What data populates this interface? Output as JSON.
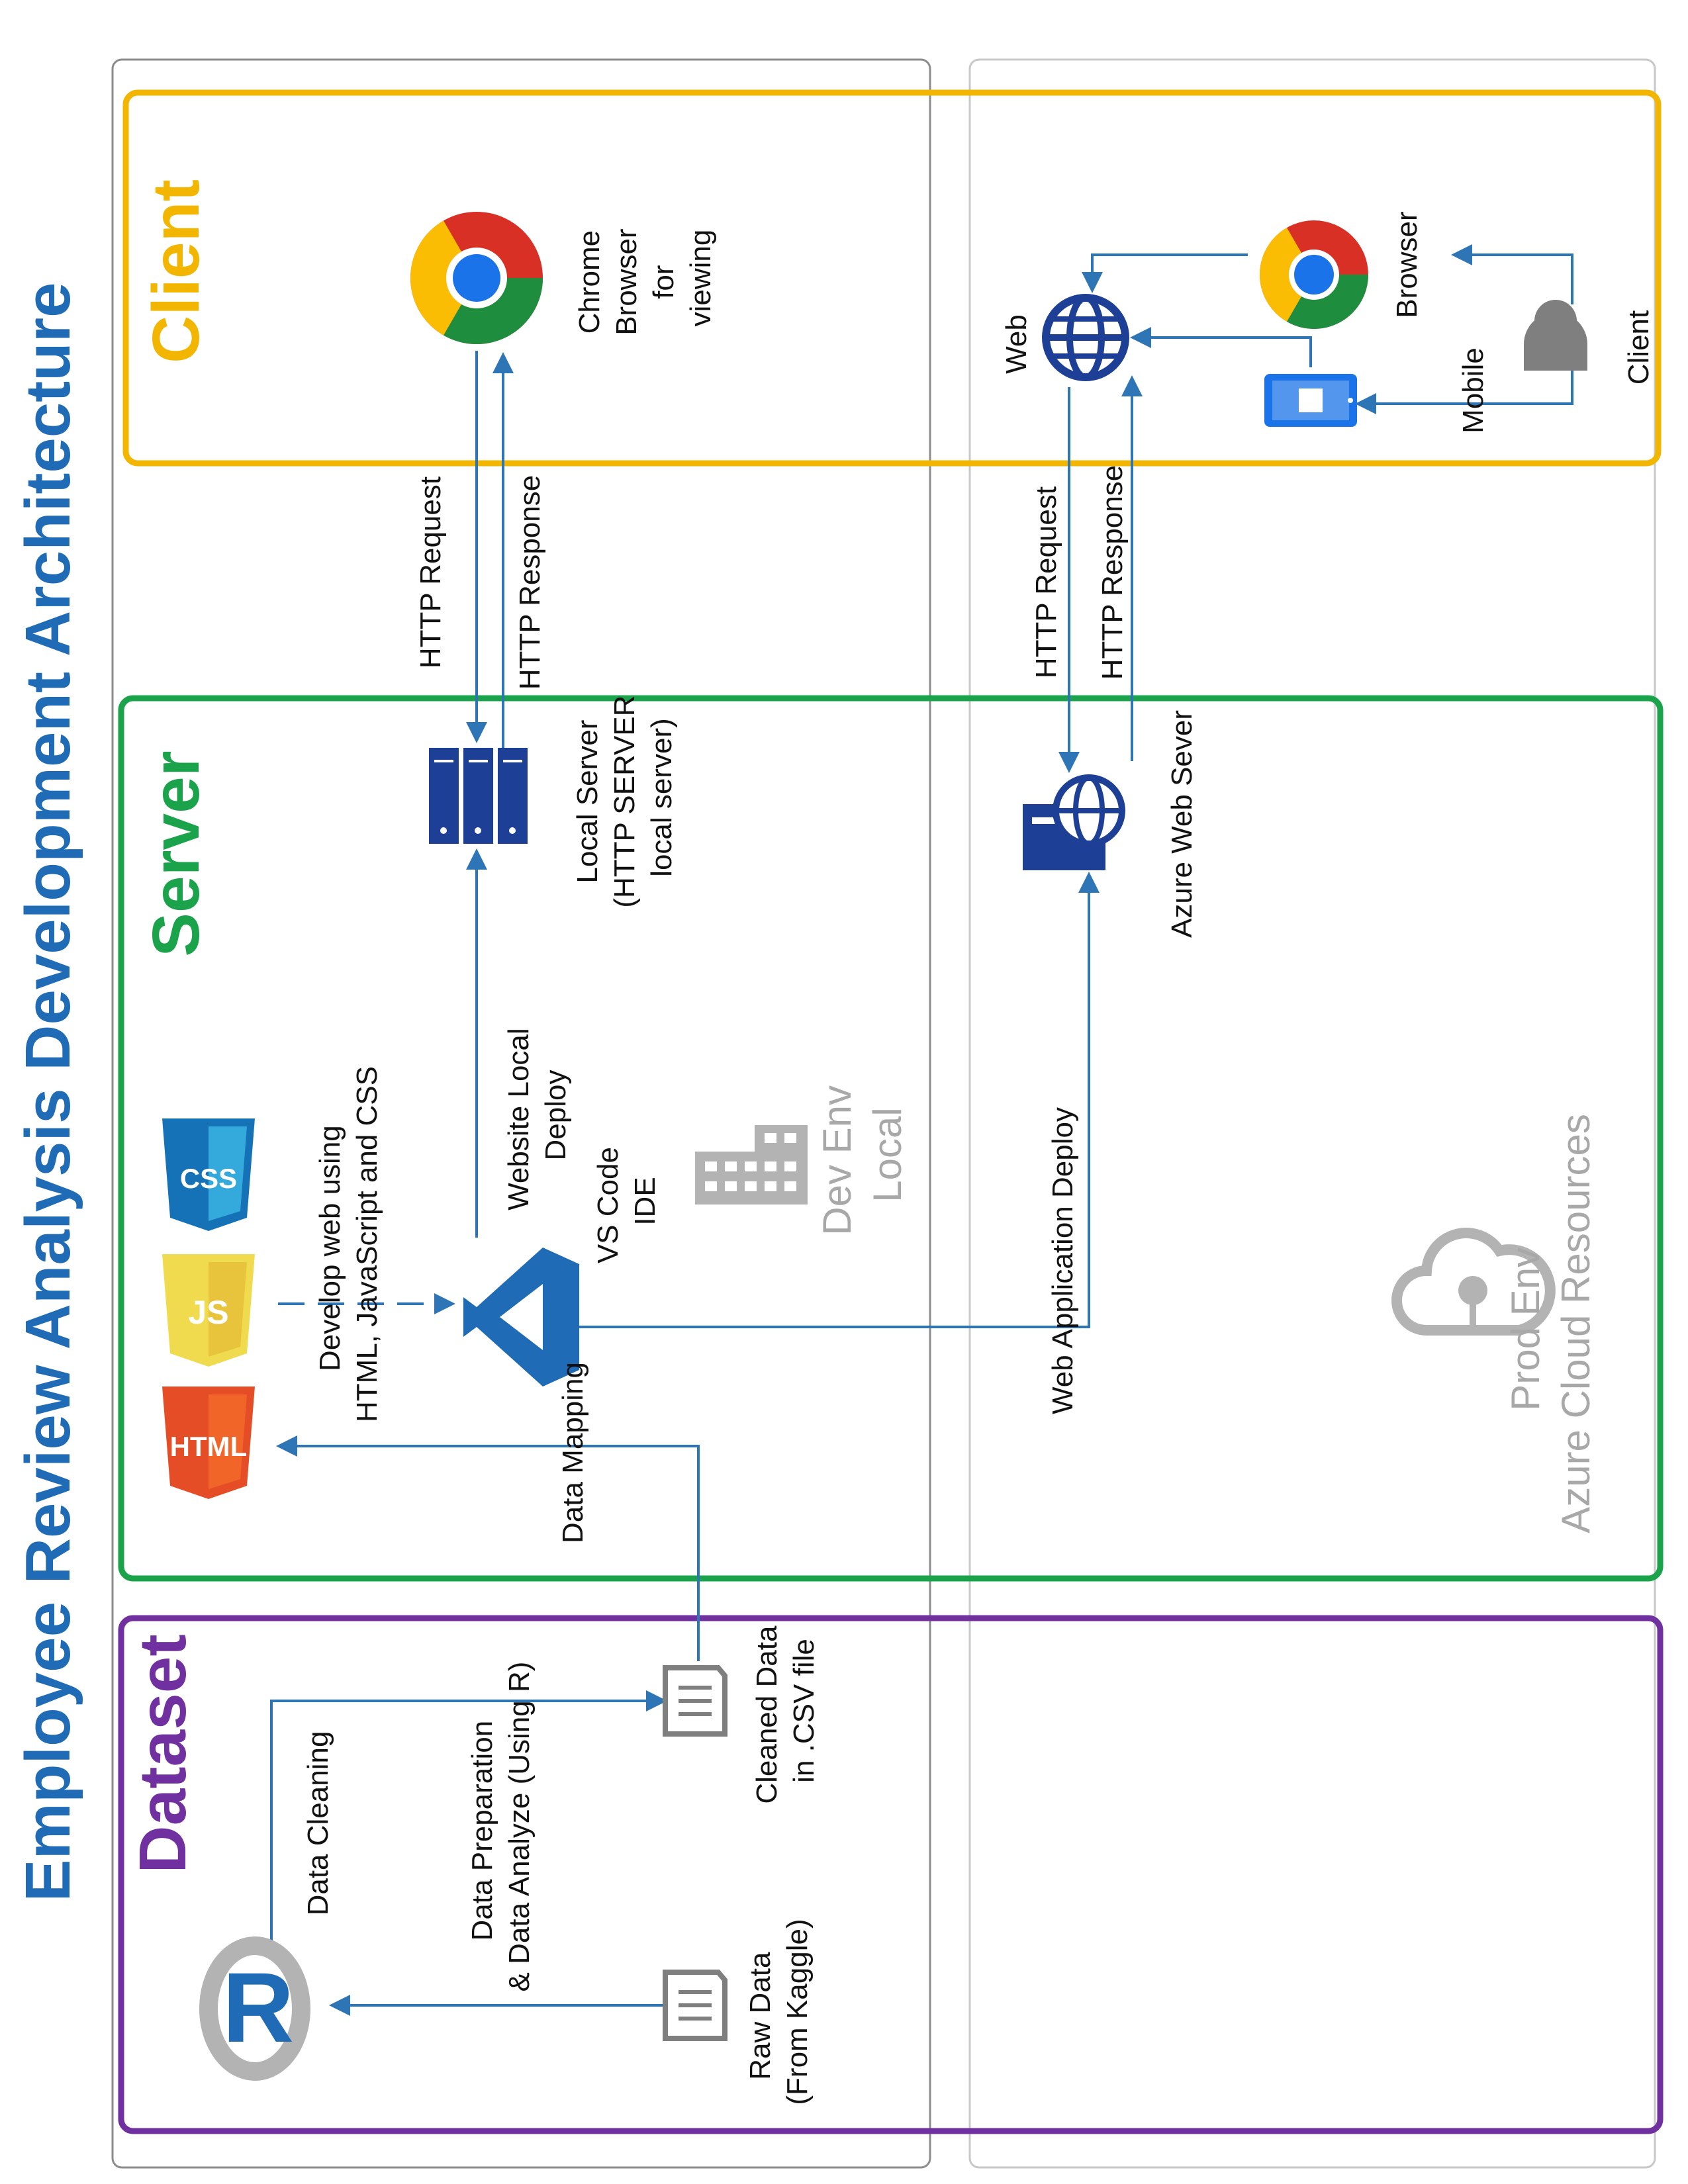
{
  "title": "Employee Review Analysis Development Architecture",
  "sections": {
    "client": "Client",
    "server": "Server",
    "dataset": "Dataset"
  },
  "environments": {
    "dev": {
      "line1": "Dev Env",
      "line2": "Local"
    },
    "prod": {
      "line1": "Prod Env",
      "line2": "Azure Cloud Resources"
    }
  },
  "dev_client": {
    "chrome_label": [
      "Chrome",
      "Browser",
      "for",
      "viewing"
    ],
    "http_request": "HTTP Request",
    "http_response": "HTTP Response"
  },
  "prod_client": {
    "web_label": "Web",
    "browser_label": "Browser",
    "mobile_label": "Mobile",
    "client_label": "Client",
    "http_request": "HTTP Request",
    "http_response": "HTTP Response"
  },
  "server": {
    "local_server_label": [
      "Local Server",
      "(HTTP SERVER",
      "local server)"
    ],
    "azure_server_label": "Azure Web Sever",
    "website_deploy_label": [
      "Website Local",
      "Deploy"
    ],
    "vscode_label": [
      "VS Code",
      "IDE"
    ],
    "develop_label": [
      "Develop web using",
      "HTML, JavaScript and CSS"
    ],
    "web_app_deploy_label": "Web Application Deploy",
    "data_mapping_label": "Data Mapping",
    "logos": {
      "html": "HTML",
      "js": "JS",
      "css": "CSS"
    }
  },
  "dataset": {
    "data_cleaning_label": "Data Cleaning",
    "data_prep_label": [
      "Data Preparation",
      "& Data Analyze (Using R)"
    ],
    "raw_data_label": [
      "Raw Data",
      "(From Kaggle)"
    ],
    "cleaned_data_label": [
      "Cleaned Data",
      "in .CSV file"
    ]
  },
  "colors": {
    "title": "#1f6bb5",
    "client": "#f2b600",
    "server": "#1aa34a",
    "dataset": "#7030a0",
    "arrow": "#2e75b6",
    "icon_blue": "#1e3f96"
  }
}
